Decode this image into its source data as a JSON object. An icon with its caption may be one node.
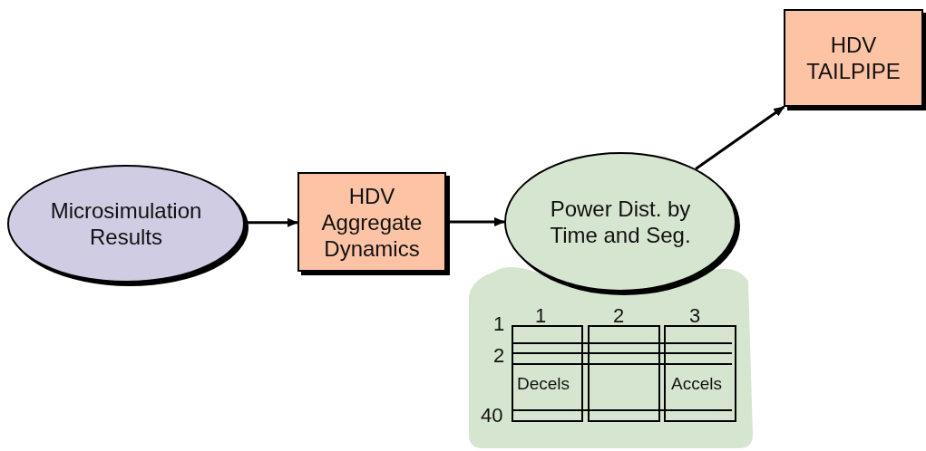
{
  "diagram": {
    "nodes": [
      {
        "text": [
          "Microsimulation Results"
        ]
      },
      {
        "text": [
          "HDV Aggregate Dynamics"
        ]
      },
      {
        "text": [
          "Power Dist. by Time and Seg."
        ]
      },
      {
        "text": [
          "HDV TAILPIPE"
        ]
      }
    ],
    "edges": [
      {
        "from": 0,
        "to": 1,
        "arrow": "to"
      },
      {
        "from": 1,
        "to": 2,
        "arrow": "to"
      },
      {
        "from": 2,
        "to": 3,
        "arrow": "to"
      }
    ],
    "labels": [
      "1",
      "2",
      "3",
      "1",
      "2",
      "Decels",
      "Accels",
      "40"
    ]
  }
}
